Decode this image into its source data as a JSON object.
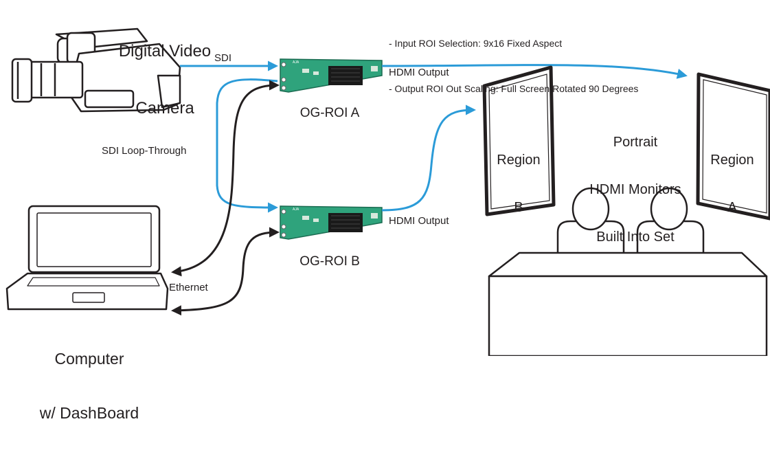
{
  "camera": {
    "title_line1": "Digital Video",
    "title_line2": "Camera"
  },
  "notes": {
    "line1": "- Input ROI Selection: 9x16 Fixed Aspect",
    "line2": "- Output ROI Out Scaling: Full Screen Rotated 90 Degrees"
  },
  "links": {
    "sdi": "SDI",
    "hdmi_output_a": "HDMI Output",
    "hdmi_output_b": "HDMI Output",
    "sdi_loop_through": "SDI Loop-Through",
    "ethernet": "Ethernet"
  },
  "devices": {
    "roi_a": "OG-ROI A",
    "roi_b": "OG-ROI B",
    "brand": "AJA"
  },
  "computer": {
    "line1": "Computer",
    "line2": "w/ DashBoard"
  },
  "monitors": {
    "caption_line1": "Portrait",
    "caption_line2": "HDMI Monitors",
    "caption_line3": "Built Into Set",
    "region_b_line1": "Region",
    "region_b_line2": "B",
    "region_a_line1": "Region",
    "region_a_line2": "A"
  },
  "colors": {
    "sdi_line": "#2b9bd8",
    "ethernet_line": "#231f20",
    "card_green": "#2fa37c",
    "card_chip": "#1a1a1a",
    "ink": "#231f20"
  }
}
